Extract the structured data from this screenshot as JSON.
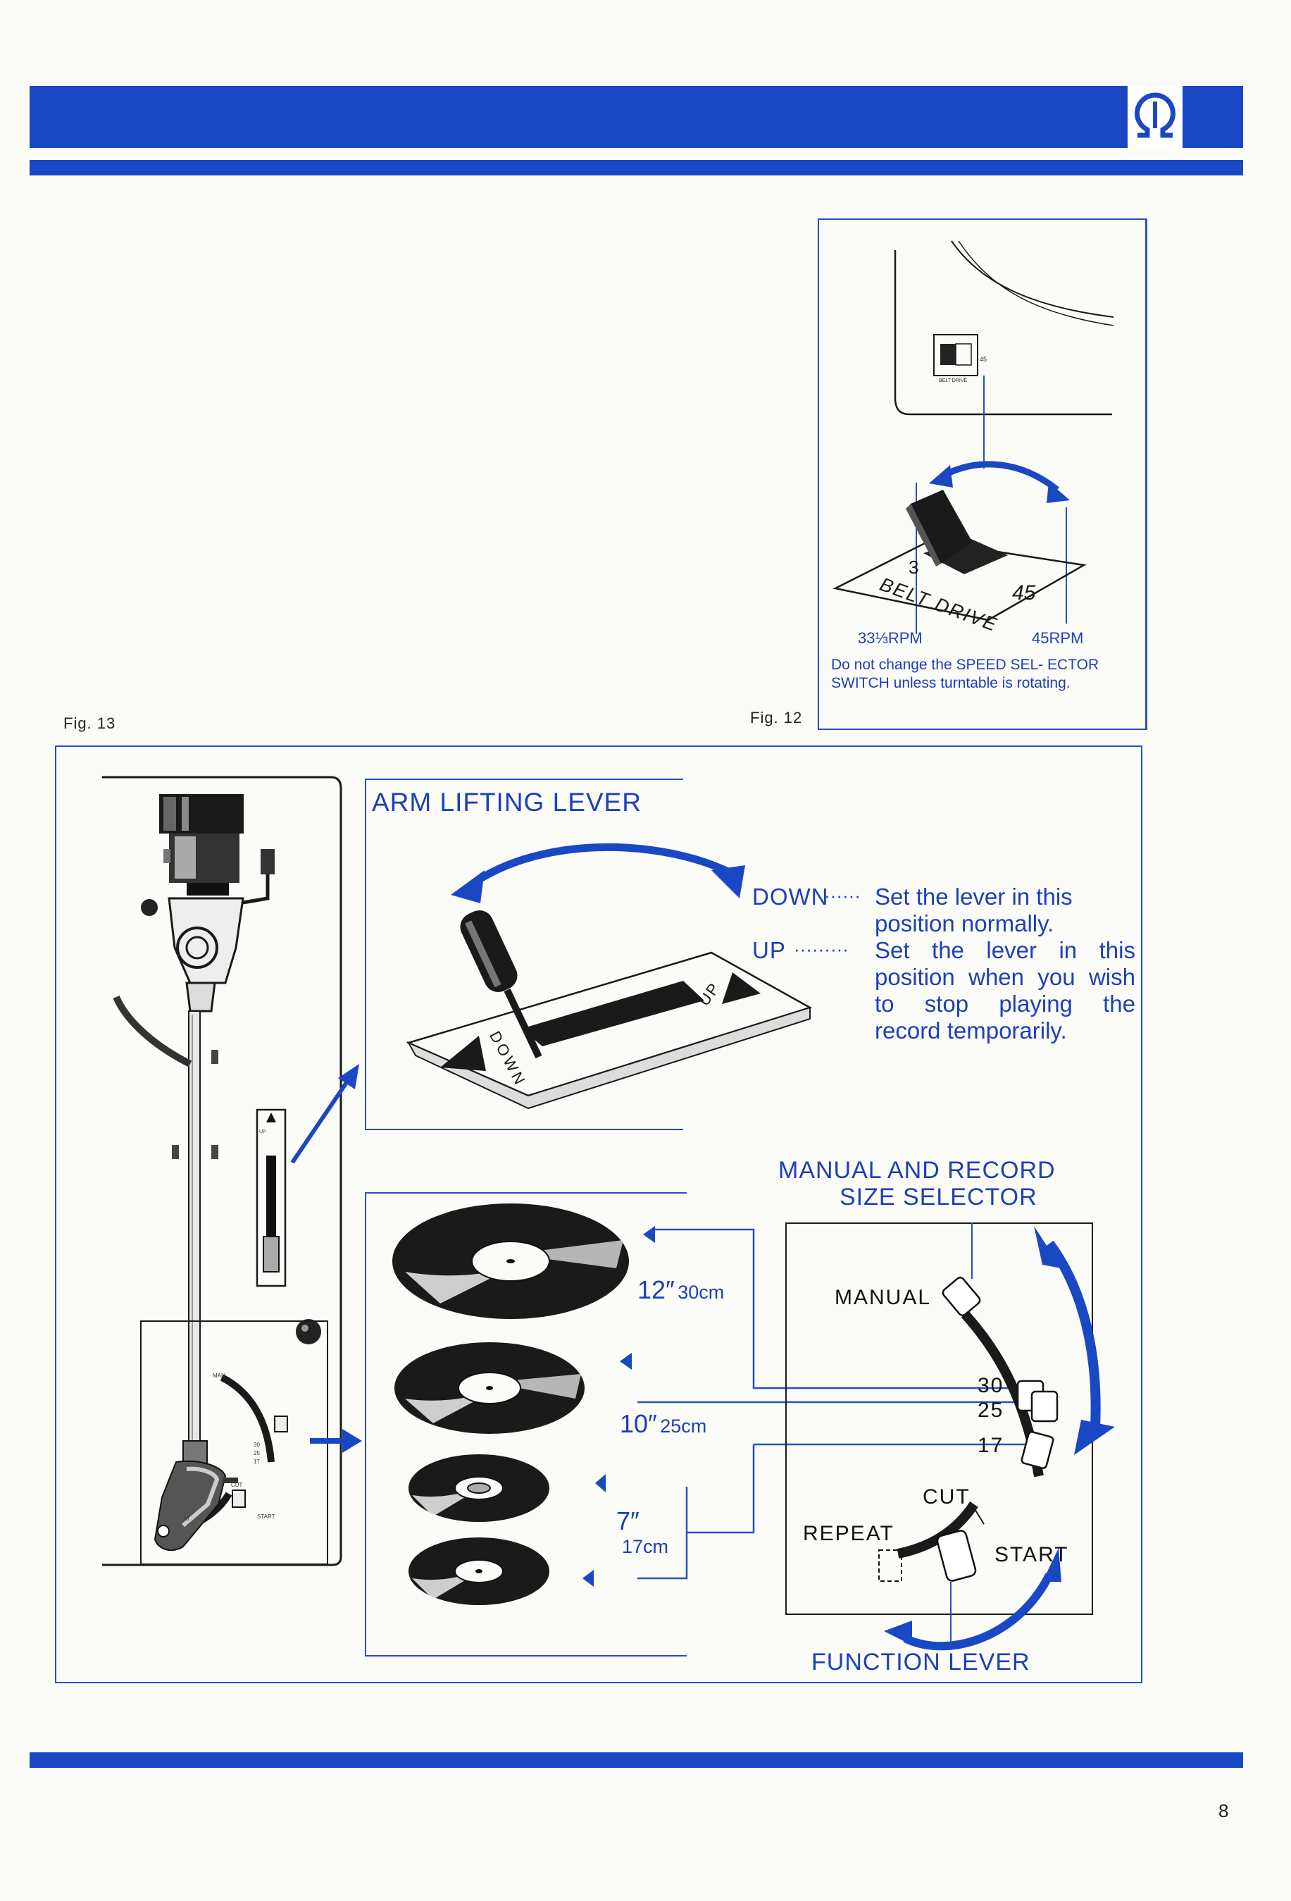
{
  "fig12": {
    "label": "Fig. 12",
    "switch_text": "BELT DRIVE",
    "num_33": "3",
    "num_45": "45",
    "rpm_left": "33⅓RPM",
    "rpm_right": "45RPM",
    "note": "Do not change the SPEED SEL- ECTOR SWITCH unless turntable is rotating."
  },
  "fig13": {
    "label": "Fig. 13",
    "arm_lifting": {
      "heading": "ARM LIFTING LEVER",
      "down_term": "DOWN",
      "down_dots": "······",
      "down_desc": "Set the lever in this position normally.",
      "up_term": "UP",
      "up_dots": "·········",
      "up_desc": "Set the lever in this position when you wish to stop playing the record temporarily.",
      "plate_up": "UP",
      "plate_down": "DOWN"
    },
    "selector": {
      "heading_line1": "MANUAL AND RECORD",
      "heading_line2": "SIZE SELECTOR",
      "manual": "MANUAL",
      "n30": "30",
      "n25": "25",
      "n17": "17",
      "cut": "CUT",
      "repeat": "REPEAT",
      "start": "START",
      "function_lever": "FUNCTION LEVER"
    },
    "records": [
      {
        "inch": "12″",
        "cm": "30cm"
      },
      {
        "inch": "10″",
        "cm": "25cm"
      },
      {
        "inch": "7″",
        "cm": "17cm"
      }
    ]
  },
  "page_number": "8"
}
